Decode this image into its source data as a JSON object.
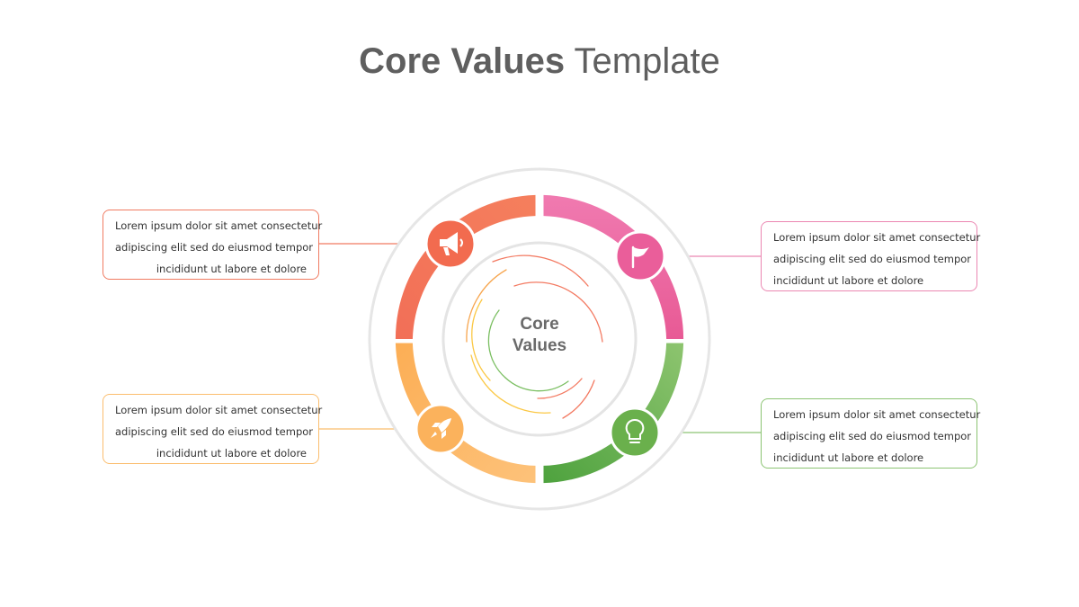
{
  "title": {
    "bold": "Core Values",
    "light": "Template"
  },
  "center": {
    "line1": "Core",
    "line2": "Values"
  },
  "colors": {
    "orange_red": "#f26b4f",
    "pink": "#ea5e9a",
    "amber": "#fbb25c",
    "green": "#6ab04c"
  },
  "values": [
    {
      "position": "top-left",
      "icon": "megaphone-icon",
      "lines": [
        "Lorem ipsum dolor sit amet consectetur",
        "adipiscing elit sed do eiusmod tempor",
        "incididunt ut labore et dolore"
      ]
    },
    {
      "position": "top-right",
      "icon": "flag-icon",
      "lines": [
        "Lorem ipsum dolor sit amet consectetur",
        "adipiscing elit sed do eiusmod tempor",
        "incididunt ut labore et dolore"
      ]
    },
    {
      "position": "bottom-left",
      "icon": "rocket-icon",
      "lines": [
        "Lorem ipsum dolor sit amet consectetur",
        "adipiscing elit sed do eiusmod tempor",
        "incididunt ut labore et dolore"
      ]
    },
    {
      "position": "bottom-right",
      "icon": "lightbulb-icon",
      "lines": [
        "Lorem ipsum dolor sit amet consectetur",
        "adipiscing elit sed do eiusmod tempor",
        "incididunt ut labore et dolore"
      ]
    }
  ]
}
